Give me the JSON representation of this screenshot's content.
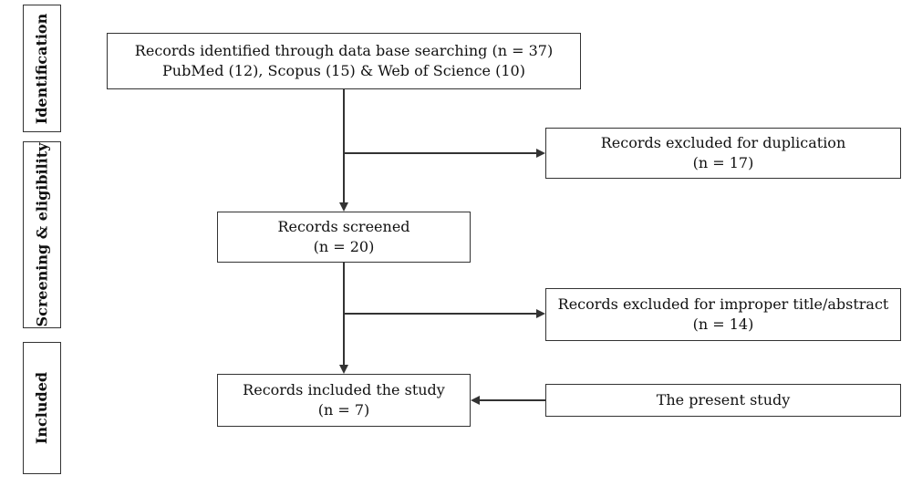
{
  "stages": {
    "identification": "Identification",
    "screening": "Screening & eligibility",
    "included": "Included"
  },
  "boxes": {
    "identified": {
      "line1": "Records identified through data base searching (n = 37)",
      "line2": "PubMed (12), Scopus (15) & Web of Science (10)"
    },
    "duplicates": {
      "line1": "Records excluded for duplication",
      "line2": "(n = 17)"
    },
    "screened": {
      "line1": "Records screened",
      "line2": "(n = 20)"
    },
    "excluded_title": {
      "line1": "Records excluded for improper title/abstract",
      "line2": "(n = 14)"
    },
    "included": {
      "line1": "Records included the study",
      "line2": "(n = 7)"
    },
    "present": {
      "line1": "The present study"
    }
  },
  "colors": {
    "stroke": "#333333",
    "background": "#ffffff"
  }
}
